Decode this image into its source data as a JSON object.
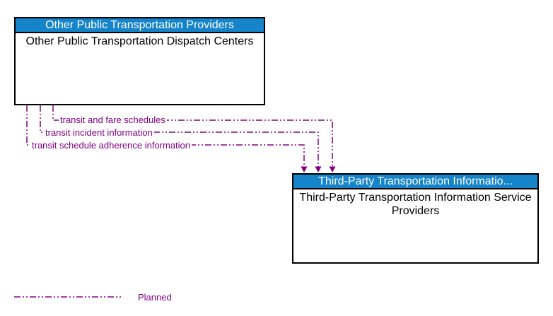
{
  "diagram": {
    "boxes": [
      {
        "header": "Other Public Transportation Providers",
        "body": "Other Public Transportation Dispatch Centers"
      },
      {
        "header": "Third-Party Transportation Informatio...",
        "body": "Third-Party Transportation Information Service Providers"
      }
    ],
    "flows": [
      {
        "label": "transit and fare schedules",
        "status": "Planned"
      },
      {
        "label": "transit incident information",
        "status": "Planned"
      },
      {
        "label": "transit schedule adherence information",
        "status": "Planned"
      }
    ],
    "legend": {
      "label": "Planned"
    }
  },
  "colors": {
    "header_bg": "#1584C8",
    "header_text": "#FFFFFF",
    "flow": "#800080",
    "box_border": "#000000",
    "page_bg": "#FFFFFF"
  }
}
